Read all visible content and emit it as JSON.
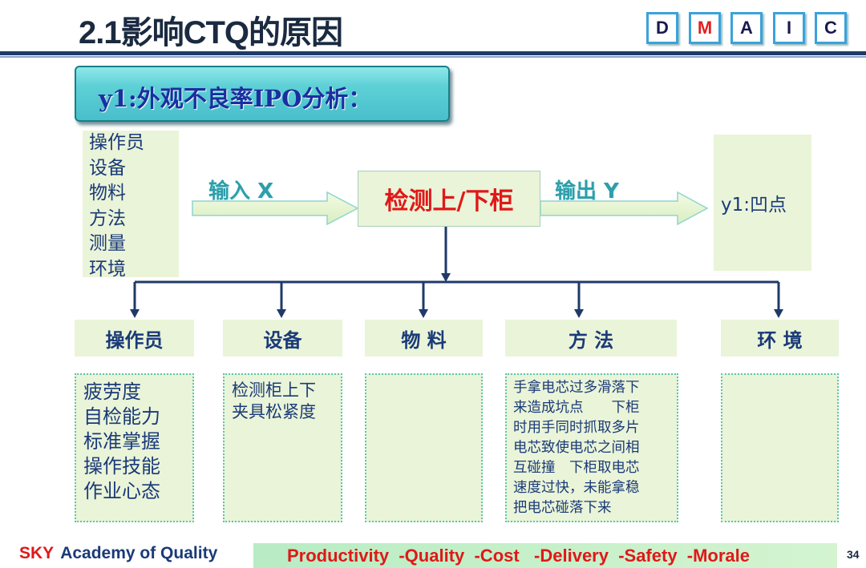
{
  "header": {
    "title": "2.1影响CTQ的原因",
    "dmaic": [
      {
        "letter": "D",
        "active": false
      },
      {
        "letter": "M",
        "active": true
      },
      {
        "letter": "A",
        "active": false
      },
      {
        "letter": "I",
        "active": false
      },
      {
        "letter": "C",
        "active": false
      }
    ]
  },
  "banner": {
    "text": "y1:外观不良率IPO分析："
  },
  "inputs": {
    "items": [
      "操作员",
      "设备",
      "物料",
      "方法",
      "测量",
      "环境"
    ]
  },
  "flow": {
    "input_label": "输入 X",
    "process": "检测上/下柜",
    "output_label": "输出 Y",
    "output": "y1:凹点"
  },
  "categories": [
    {
      "label": "操作员",
      "details": [
        "疲劳度",
        "自检能力",
        "标准掌握",
        "操作技能",
        "作业心态"
      ]
    },
    {
      "label": "设备",
      "details": [
        "检测柜上下",
        "夹具松紧度"
      ]
    },
    {
      "label": "物 料",
      "details": []
    },
    {
      "label": "方 法",
      "details": [
        "手拿电芯过多滑落下",
        "来造成坑点　　下柜",
        "时用手同时抓取多片",
        "电芯致使电芯之间相",
        "互碰撞　下柜取电芯",
        "速度过快，未能拿稳",
        "把电芯碰落下来"
      ]
    },
    {
      "label": "环 境",
      "details": []
    }
  ],
  "footer": {
    "brand": "SKY",
    "academy": "Academy  of Quality",
    "slogan": "Productivity  -Quality  -Cost   -Delivery  -Safety  -Morale",
    "page": "34"
  },
  "colors": {
    "accent_red": "#e01818",
    "text_navy": "#1a3a78",
    "box_green": "#eaf4d8",
    "banner_teal": "#5ed0d6",
    "rule_navy": "#1f3a68"
  }
}
